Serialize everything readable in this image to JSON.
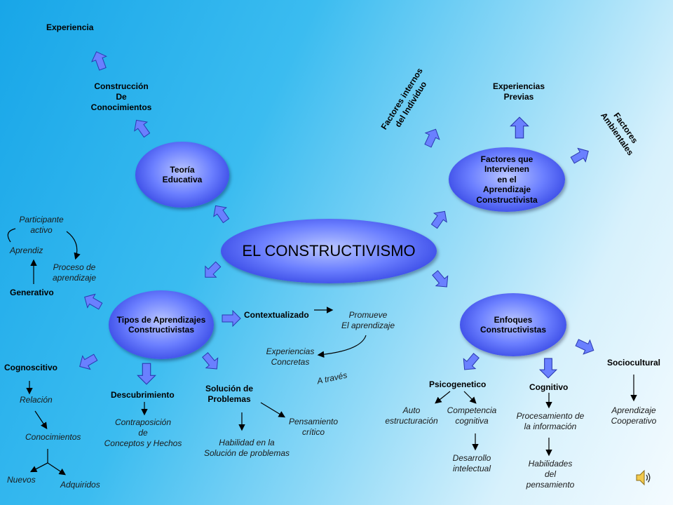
{
  "center": "EL CONSTRUCTIVISMO",
  "nodes": {
    "teoria": "Teoría\nEducativa",
    "factores": "Factores que\nIntervienen\nen el\nAprendizaje\nConstructivista",
    "tipos_1": "Tipos de Aprendizajes",
    "tipos_2": "Constructivistas",
    "enfoques": "Enfoques\nConstructivistas"
  },
  "teoria_branch": {
    "experiencia": "Experiencia",
    "construccion": "Construcción\nDe\nConocimientos"
  },
  "factores_branch": {
    "internos": "Factores internos\ndel Individuo",
    "previas": "Experiencias\nPrevias",
    "ambientales": "Factores\nAmbientales"
  },
  "generativo_branch": {
    "participante": "Participante\nactivo",
    "aprendiz": "Aprendiz",
    "proceso": "Proceso de\naprendizaje",
    "generativo": "Generativo"
  },
  "cognoscitivo_branch": {
    "cognoscitivo": "Cognoscitivo",
    "relacion": "Relación",
    "conocimientos": "Conocimientos",
    "nuevos": "Nuevos",
    "adquiridos": "Adquiridos"
  },
  "descubrimiento_branch": {
    "descubrimiento": "Descubrimiento",
    "contraposicion": "Contraposición\nde\nConceptos y Hechos"
  },
  "contextualizado_branch": {
    "contextualizado": "Contextualizado",
    "promueve": "Promueve\nEl aprendizaje",
    "experiencias": "Experiencias\nConcretas",
    "a_traves": "A través"
  },
  "problemas_branch": {
    "solucion": "Solución de\nProblemas",
    "habilidad": "Habilidad en la\nSolución de problemas",
    "pensamiento": "Pensamiento\ncrítico"
  },
  "psico_branch": {
    "psicogenetico": "Psicogenetico",
    "auto": "Auto\nestructuración",
    "competencia": "Competencia\ncognitiva",
    "desarrollo": "Desarrollo\nintelectual"
  },
  "cognitivo_branch": {
    "cognitivo": "Cognitivo",
    "procesamiento": "Procesamiento de\nla información",
    "habilidades": "Habilidades\ndel\npensamiento"
  },
  "socio_branch": {
    "sociocultural": "Sociocultural",
    "aprendizaje": "Aprendizaje\nCooperativo"
  },
  "colors": {
    "oval": "#3e50ee",
    "arrow": "#6a80ff",
    "bg_start": "#18a6e8",
    "bg_end": "#f4fbff"
  },
  "icons": {
    "speaker": "speaker-icon",
    "arrow": "block-arrow-icon"
  }
}
